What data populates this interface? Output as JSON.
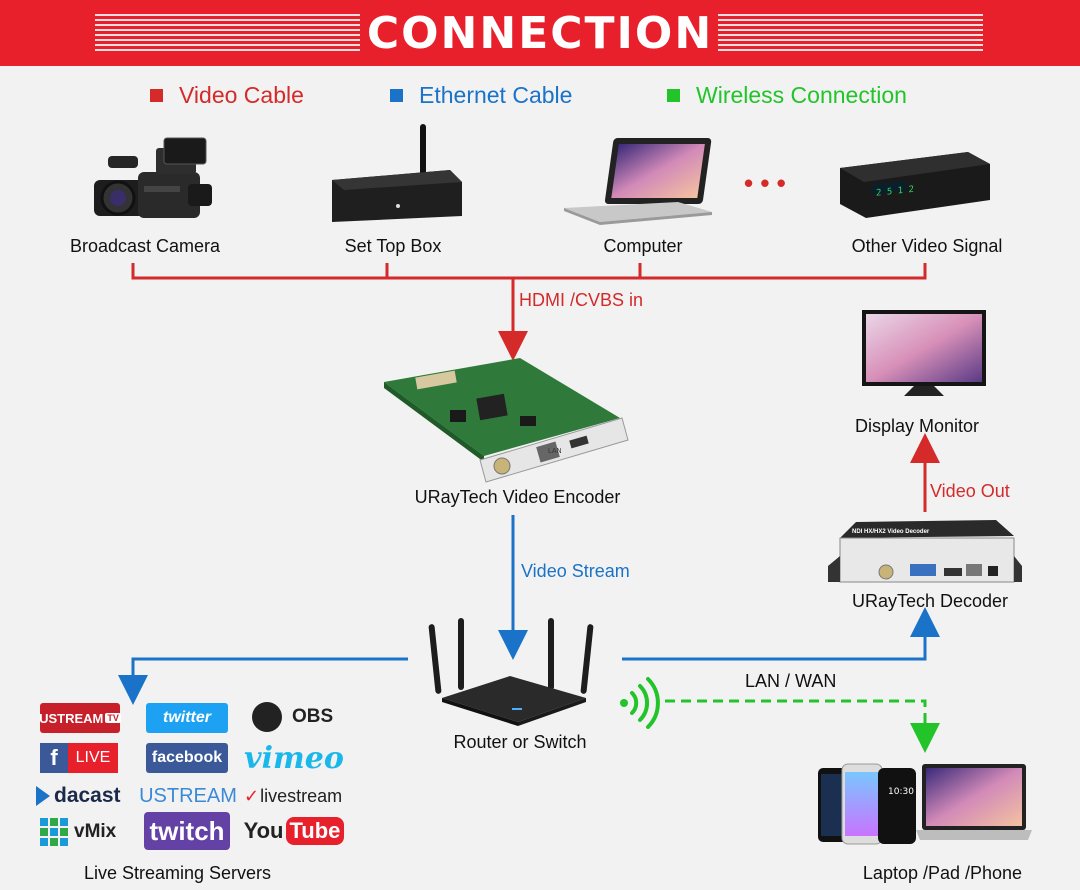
{
  "header": {
    "title": "CONNECTION"
  },
  "legend": {
    "video": {
      "label": "Video Cable",
      "color": "#d42a2a"
    },
    "ethernet": {
      "label": "Ethernet Cable",
      "color": "#1a73c8"
    },
    "wireless": {
      "label": "Wireless Connection",
      "color": "#22c42a"
    }
  },
  "sources": {
    "camera": "Broadcast Camera",
    "stb": "Set Top Box",
    "computer": "Computer",
    "other": "Other Video Signal",
    "ellipsis": "• • •"
  },
  "links": {
    "hdmi_in": "HDMI /CVBS in",
    "video_stream": "Video Stream",
    "video_out": "Video Out",
    "lan_wan": "LAN / WAN"
  },
  "devices": {
    "encoder": "URayTech Video Encoder",
    "decoder": "URayTech Decoder",
    "monitor": "Display Monitor",
    "router": "Router or Switch",
    "clients": "Laptop /Pad /Phone",
    "servers": "Live Streaming Servers",
    "encoder_port": "LAN",
    "decoder_title": "NDI HX/HX2 Video Decoder"
  },
  "services": {
    "ustream_tv": "USTREAM",
    "ustream_tv_badge": "TV",
    "twitter": "twitter",
    "obs": "OBS",
    "facebook_live": "LIVE",
    "facebook_live_f": "f",
    "facebook": "facebook",
    "vimeo": "vimeo",
    "dacast": "dacast",
    "ustream": "USTREAM",
    "livestream": "livestream",
    "vmix": "vMix",
    "twitch": "twitch",
    "youtube_you": "You",
    "youtube_tube": "Tube"
  }
}
